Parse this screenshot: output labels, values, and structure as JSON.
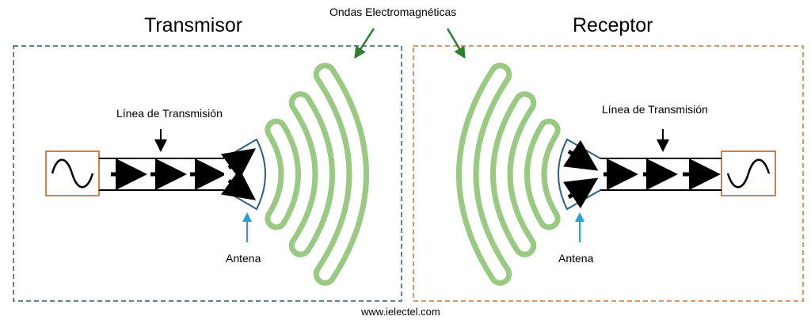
{
  "title_transmitter": "Transmisor",
  "title_receiver": "Receptor",
  "label_waves": "Ondas Electromagnéticas",
  "label_line_left": "Línea de Transmisión",
  "label_line_right": "Línea de Transmisión",
  "label_antenna_left": "Antena",
  "label_antenna_right": "Antena",
  "credit": "www.ielectel.com",
  "colors": {
    "transmitter_border": "#2f5f5f",
    "receiver_border": "#c07a45",
    "source_box": "#c8834f",
    "antenna": "#2e5f7f",
    "wave": "#9ac984",
    "wave_arrow": "#2e7d32",
    "antenna_arrow": "#2aa0d0",
    "arrow": "#000000"
  }
}
